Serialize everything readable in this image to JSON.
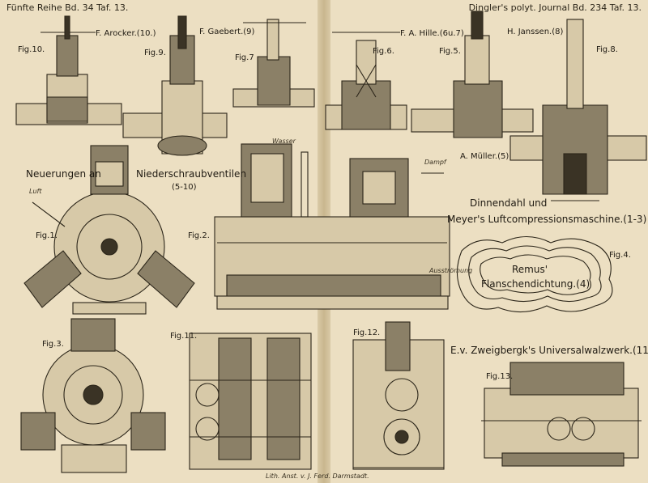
{
  "header": {
    "left": "Fünfte Reihe Bd. 34 Taf. 13.",
    "right": "Dingler's polyt. Journal Bd. 234 Taf. 13."
  },
  "figures": {
    "fig10": "Fig.10.",
    "fig9": "Fig.9.",
    "fig7": "Fig.7",
    "fig6": "Fig.6.",
    "fig5": "Fig.5.",
    "fig8": "Fig.8.",
    "fig1": "Fig.1.",
    "fig2": "Fig.2.",
    "fig3": "Fig.3.",
    "fig4": "Fig.4.",
    "fig11": "Fig.11.",
    "fig12": "Fig.12.",
    "fig13": "Fig.13."
  },
  "names": {
    "arocker": "F. Arocker.(10.)",
    "gaebert": "F. Gaebert.(9)",
    "hille": "F. A. Hille.(6u.7)",
    "janssen": "H. Janssen.(8)",
    "mueller": "A. Müller.(5)"
  },
  "titles": {
    "neuerungen": "Neuerungen an",
    "niederschraub": "Niederschraubventilen",
    "niederschraub_range": "(5-10)",
    "dinnendahl": "Dinnendahl und",
    "meyer": "Meyer's Luftcompressionsmaschine.(1-3)",
    "remus1": "Remus'",
    "remus2": "Flanschendichtung.(4)",
    "zweigberg": "E.v. Zweigbergk's Universalwalzwerk.(11-13)"
  },
  "annotations": {
    "wasser": "Wasser",
    "luft": "Luft",
    "dampf": "Dampf",
    "ausstroemung": "Ausströmung"
  },
  "footer": {
    "imprint": "Lith. Anst. v. J. Ferd. Darmstadt."
  }
}
